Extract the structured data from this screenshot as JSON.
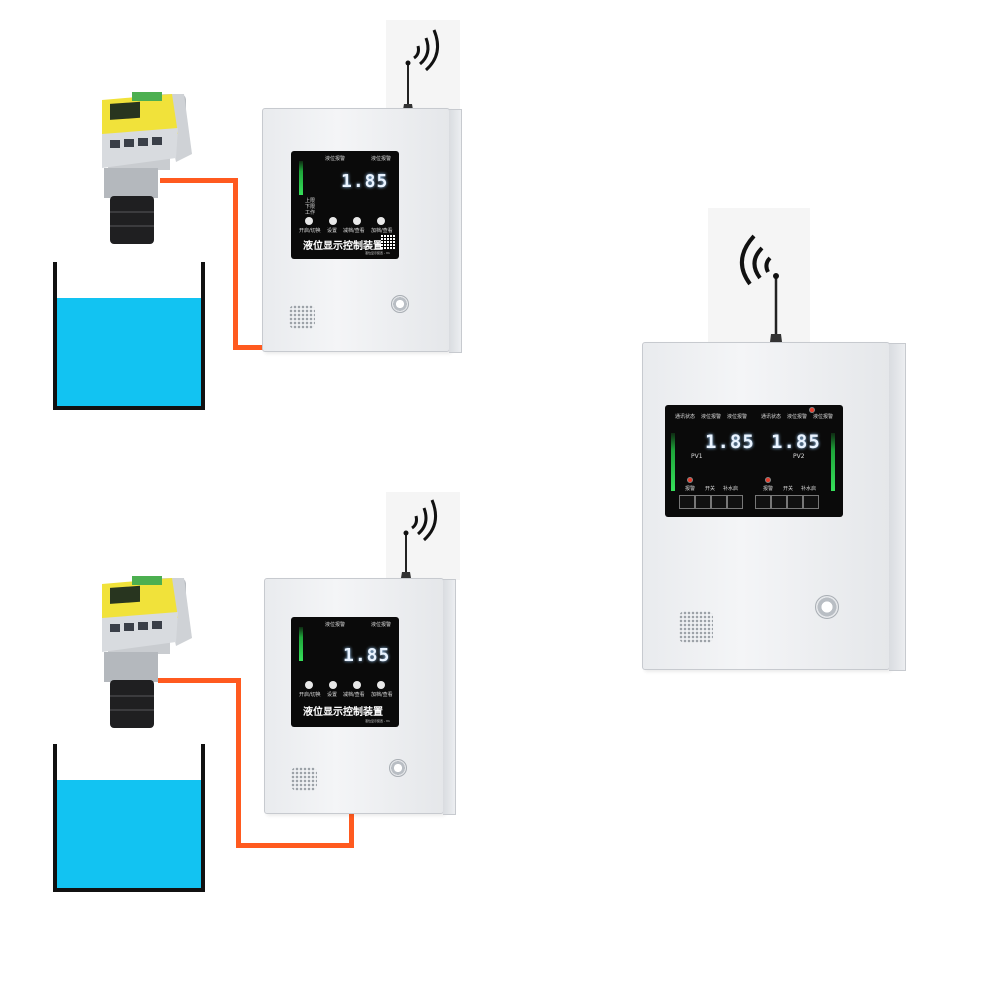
{
  "scene": {
    "background": "#ffffff",
    "water_color": "#12c3f2",
    "cable_color": "#ff5a1f"
  },
  "controller_top": {
    "reading": "1.85",
    "title_cn": "液位显示控制装置",
    "indicator_left": "液位报警",
    "indicator_right": "液位报警",
    "status_labels": [
      "上限",
      "下限",
      "工作"
    ],
    "button_labels": [
      "开启/切换",
      "设置",
      "减档/查看",
      "加档/查看"
    ],
    "model": "液位显示装置 - V1"
  },
  "controller_bottom": {
    "reading": "1.85",
    "title_cn": "液位显示控制装置",
    "indicator_left": "液位报警",
    "indicator_right": "液位报警",
    "button_labels": [
      "开启/切换",
      "设置",
      "减档/查看",
      "加档/查看"
    ],
    "model": "液位显示装置 - V1"
  },
  "receiver": {
    "reading_1": "1.85",
    "reading_2": "1.85",
    "channel_1": "PV1",
    "channel_2": "PV2",
    "top_labels": [
      "通讯状态",
      "液位报警",
      "液位报警",
      "通讯状态",
      "液位报警",
      "液位报警"
    ],
    "row_labels_left": [
      "报警",
      "开关",
      "补水启"
    ],
    "row_labels_right": [
      "报警",
      "开关",
      "补水启"
    ]
  }
}
